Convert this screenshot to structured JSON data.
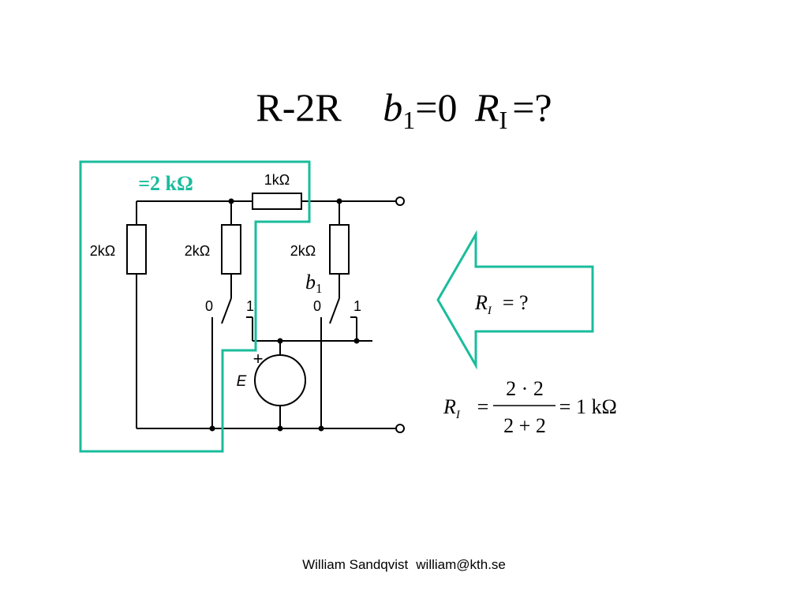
{
  "title": {
    "prefix": "R-2R",
    "var_b": "b",
    "sub_1": "1",
    "eq_zero": "=0",
    "var_R": "R",
    "sub_I": "I",
    "eq_q": "=?"
  },
  "circuit": {
    "highlight_label": "=2 kΩ",
    "resistor_top": "1kΩ",
    "resistor_left": "2kΩ",
    "resistor_mid": "2kΩ",
    "resistor_right": "2kΩ",
    "switch1_zero": "0",
    "switch1_one": "1",
    "switch2_zero": "0",
    "switch2_one": "1",
    "b_label": "b",
    "b_sub": "1",
    "source_plus": "+",
    "source_label": "E"
  },
  "arrow": {
    "R": "R",
    "sub": "I",
    "eq": "= ?"
  },
  "formula": {
    "R": "R",
    "sub": "I",
    "eq1": "=",
    "numerator": "2 · 2",
    "denominator": "2 + 2",
    "eq2": "=",
    "result": "1 kΩ"
  },
  "footer": {
    "name": "William Sandqvist",
    "email": "william@kth.se"
  },
  "colors": {
    "highlight": "#1ABC9C",
    "text": "#000000"
  }
}
